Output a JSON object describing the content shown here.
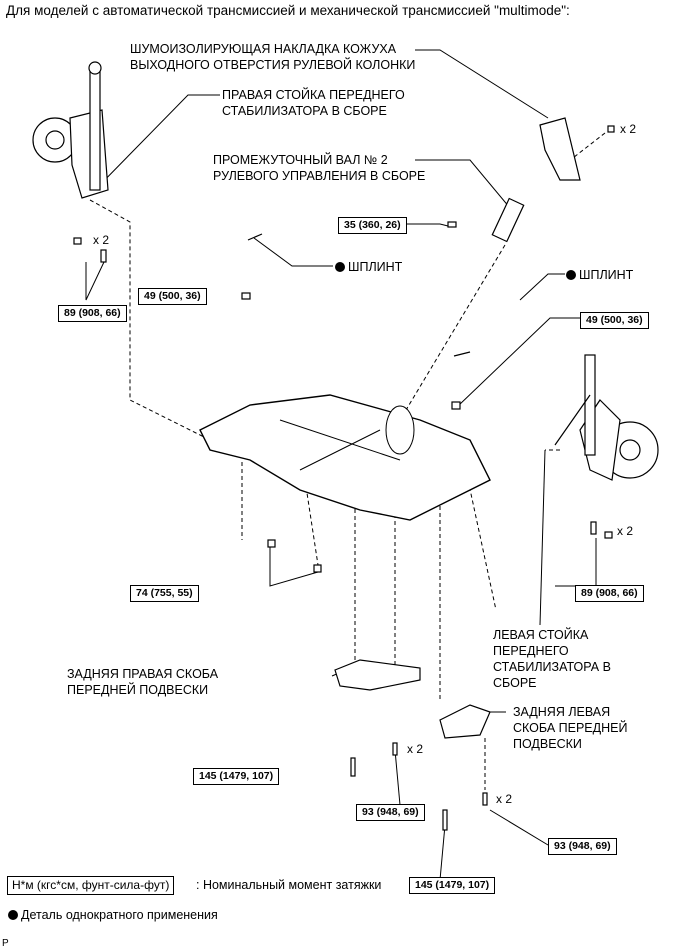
{
  "header": "Для моделей с автоматической трансмиссией и механической трансмиссией \"multimode\":",
  "labels": {
    "shroud_line1": "ШУМОИЗОЛИРУЮЩАЯ НАКЛАДКА КОЖУХА",
    "shroud_line2": "ВЫХОДНОГО ОТВЕРСТИЯ РУЛЕВОЙ КОЛОНКИ",
    "right_link_line1": "ПРАВАЯ СТОЙКА ПЕРЕДНЕГО",
    "right_link_line2": "СТАБИЛИЗАТОРА В СБОРЕ",
    "shaft_line1": "ПРОМЕЖУТОЧНЫЙ ВАЛ № 2",
    "shaft_line2": "РУЛЕВОГО УПРАВЛЕНИЯ В СБОРЕ",
    "cotter_pin_1": "ШПЛИНТ",
    "cotter_pin_2": "ШПЛИНТ",
    "left_link_line1": "ЛЕВАЯ СТОЙКА",
    "left_link_line2": "ПЕРЕДНЕГО",
    "left_link_line3": "СТАБИЛИЗАТОРА В",
    "left_link_line4": "СБОРЕ",
    "rear_right_brace_line1": "ЗАДНЯЯ ПРАВАЯ СКОБА",
    "rear_right_brace_line2": "ПЕРЕДНЕЙ ПОДВЕСКИ",
    "rear_left_brace_line1": "ЗАДНЯЯ ЛЕВАЯ",
    "rear_left_brace_line2": "СКОБА ПЕРЕДНЕЙ",
    "rear_left_brace_line3": "ПОДВЕСКИ"
  },
  "torques": {
    "t35": "35 (360, 26)",
    "t49a": "49 (500, 36)",
    "t89a": "89 (908, 66)",
    "t49b": "49 (500, 36)",
    "t89b": "89 (908, 66)",
    "t74": "74 (755, 55)",
    "t145a": "145 (1479, 107)",
    "t93a": "93 (948, 69)",
    "t93b": "93 (948, 69)",
    "t145b": "145 (1479, 107)"
  },
  "quantities": {
    "q_shroud": "x 2",
    "q_right_link": "x 2",
    "q_left_link": "x 2",
    "q_brace_r": "x 2",
    "q_brace_l": "x 2"
  },
  "legend": {
    "unit": "Н*м (кгс*см, фунт-сила-фут)",
    "unit_desc": ": Номинальный момент затяжки",
    "onetime": "Деталь однократного применения",
    "code": "P"
  }
}
